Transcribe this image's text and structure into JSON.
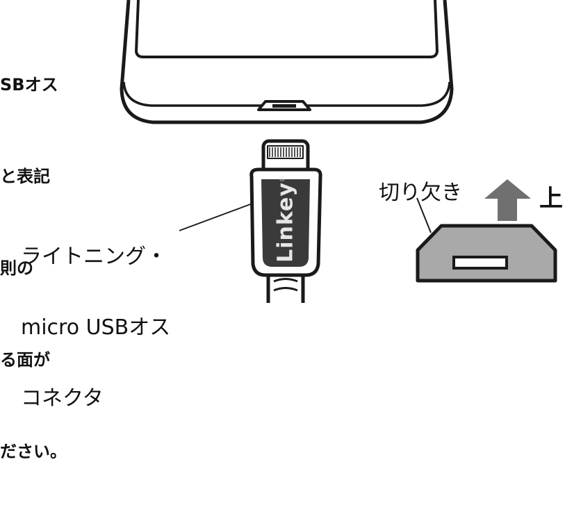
{
  "instructions": {
    "lines": [
      "SBオス",
      "と表記",
      "則の",
      "る面が",
      "ださい。"
    ]
  },
  "connector": {
    "label_lines": [
      "ライトニング・",
      "micro USBオス",
      "コネクタ"
    ],
    "brand": "Linkey",
    "registered_mark": "®"
  },
  "port_detail": {
    "notch_label": "切り欠き",
    "up_label": "上"
  },
  "colors": {
    "outline": "#1a1a1a",
    "arrow_gray": "#707070",
    "port_fill": "#a9a9a9",
    "connector_body": "#3a3a3a",
    "brand_text": "#e6e6e6"
  }
}
